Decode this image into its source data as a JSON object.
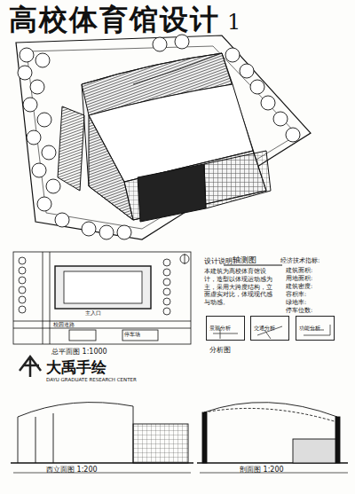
{
  "diagram": {
    "title": "高校体育馆设计",
    "nodes": [
      {
        "text": [
          "景观分析"
        ]
      },
      {
        "text": [
          "交通分析"
        ]
      },
      {
        "text": [
          "功能分析"
        ]
      }
    ],
    "labels": [
      "1",
      "轴测图",
      "设计说明:",
      "本建筑为高校体育馆设计，造型以体现运动感为主，采用大跨度结构，立面虚实对比，体现现代感与动感。",
      "经济技术指标:",
      "建筑面积:",
      "用地面积:",
      "建筑密度:",
      "容积率:",
      "绿地率:",
      "停车位数:",
      "分析图",
      "总平面图 1:1000",
      "大禹手绘",
      "DAYU GRADUATE RESEARCH CENTER",
      "西立面图 1:200",
      "剖面图 1:200",
      "主入口",
      "停车场",
      "校园道路"
    ]
  }
}
